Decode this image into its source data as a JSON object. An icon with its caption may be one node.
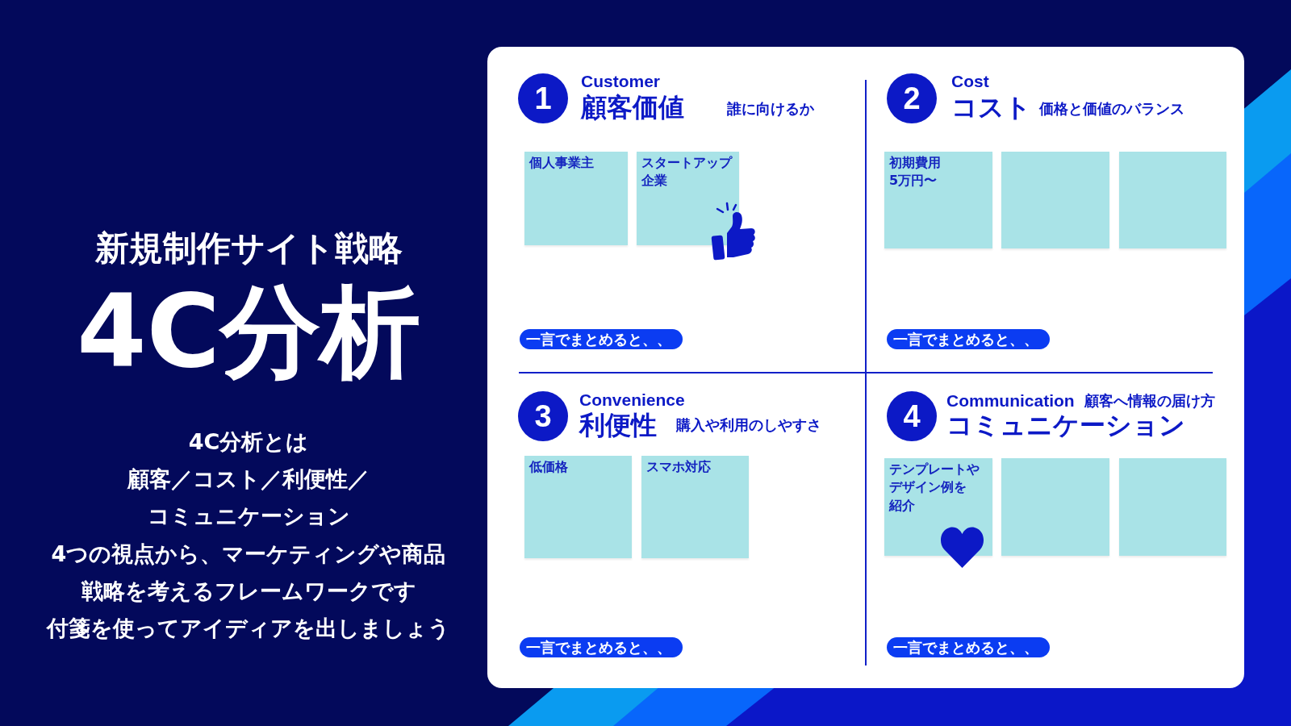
{
  "diagram": {
    "title": "4C分析",
    "nodes": [
      {
        "text": [
          "1"
        ],
        "beside": [
          "Customer",
          "顧客価値",
          "誰に向けるか"
        ]
      },
      {
        "text": [
          "個人事業主"
        ]
      },
      {
        "text": [
          "スタートアップ企業"
        ]
      },
      {
        "text": [
          "一言でまとめると、、"
        ]
      },
      {
        "text": [
          "2"
        ],
        "beside": [
          "Cost",
          "コスト",
          "価格と価値のバランス"
        ]
      },
      {
        "text": [
          "初期費用5万円〜"
        ]
      },
      {
        "text": [],
        "shape": "box"
      },
      {
        "text": [],
        "shape": "box"
      },
      {
        "text": [
          "一言でまとめると、、"
        ]
      },
      {
        "text": [
          "3"
        ],
        "beside": [
          "Convenience",
          "利便性",
          "購入や利用のしやすさ"
        ]
      },
      {
        "text": [
          "低価格"
        ]
      },
      {
        "text": [
          "スマホ対応"
        ]
      },
      {
        "text": [
          "一言でまとめると、、"
        ]
      },
      {
        "text": [
          "4"
        ],
        "beside": [
          "Communication",
          "顧客へ情報の届け方",
          "コミュニケーション"
        ]
      },
      {
        "text": [
          "テンプレートやデザイン例を紹介"
        ]
      },
      {
        "text": [],
        "shape": "box"
      },
      {
        "text": [],
        "shape": "box"
      },
      {
        "text": [
          "一言でまとめると、、"
        ]
      }
    ],
    "labels": [
      "新規制作サイト戦略",
      "4C分析とは",
      "顧客／コスト／利便性／",
      "コミュニケーション",
      "4つの視点から、マーケティングや商品",
      "戦略を考えるフレームワークです",
      "付箋を使ってアイディアを出しましょう"
    ]
  }
}
